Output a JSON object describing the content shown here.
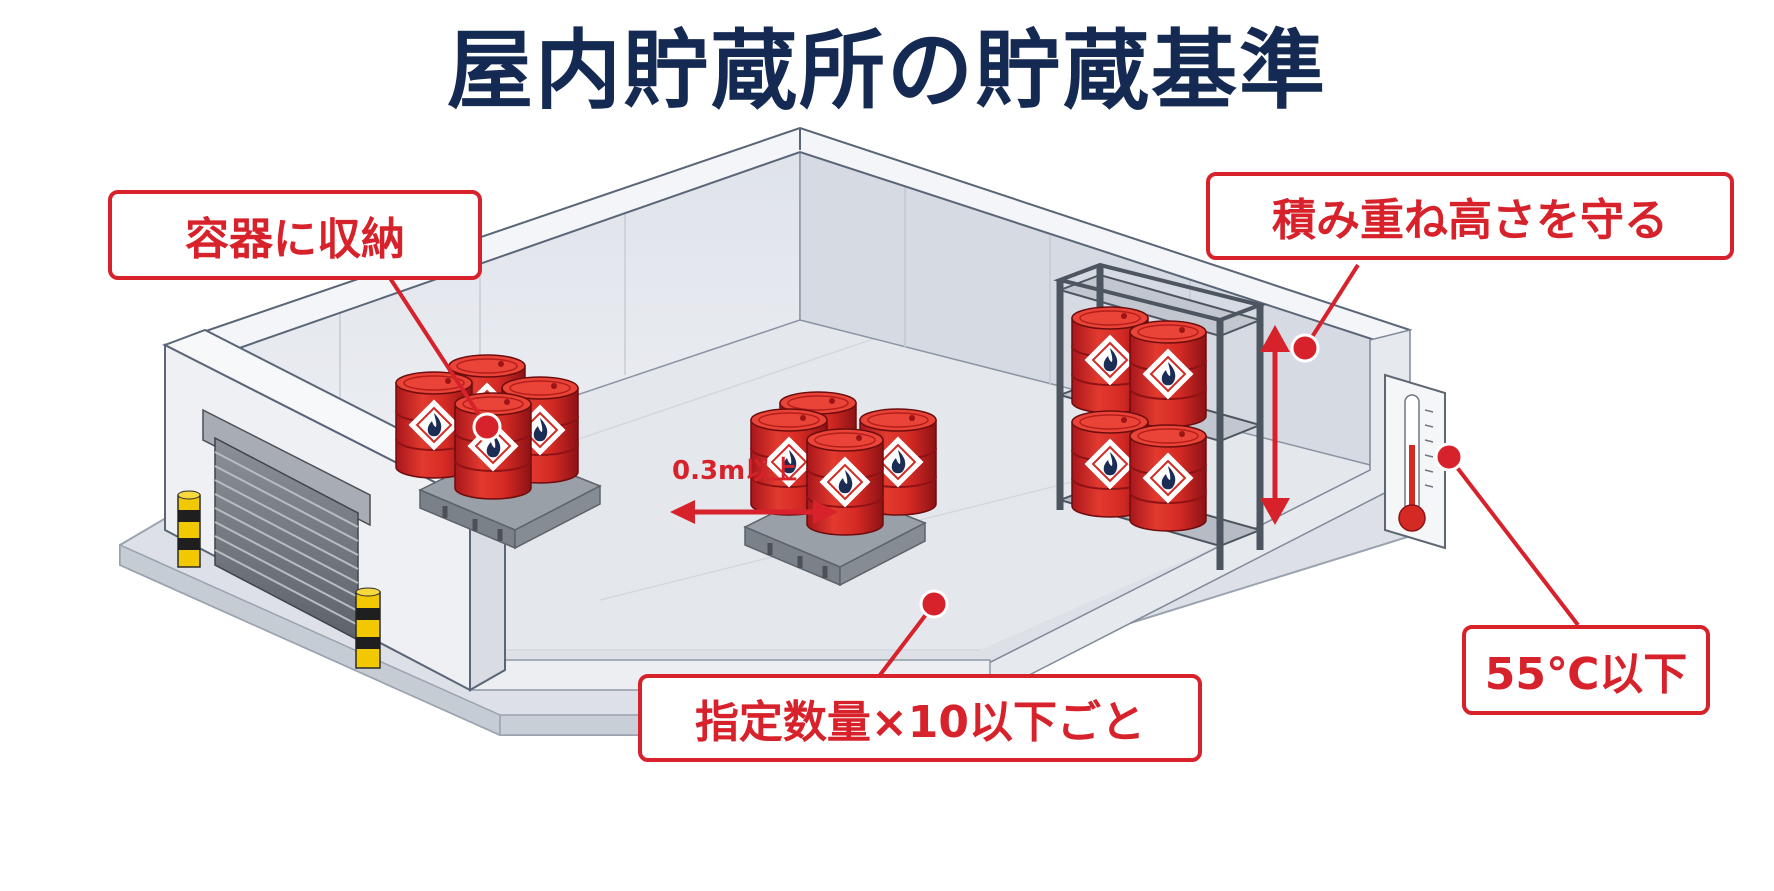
{
  "title": "屋内貯蔵所の貯蔵基準",
  "callouts": {
    "container": "容器に収納",
    "stack_height": "積み重ね高さを守る",
    "temperature": "55℃以下",
    "quantity": "指定数量×10以下ごと"
  },
  "gap_label": "0.3m以上",
  "colors": {
    "accent": "#d8222b",
    "title": "#152a52",
    "drum": "#d42a24",
    "wall": "#e9ecf1",
    "floor": "#e3e6eb"
  },
  "icons": [
    "flammable-diamond-icon",
    "thermometer-icon",
    "shutter-door",
    "bollard"
  ]
}
